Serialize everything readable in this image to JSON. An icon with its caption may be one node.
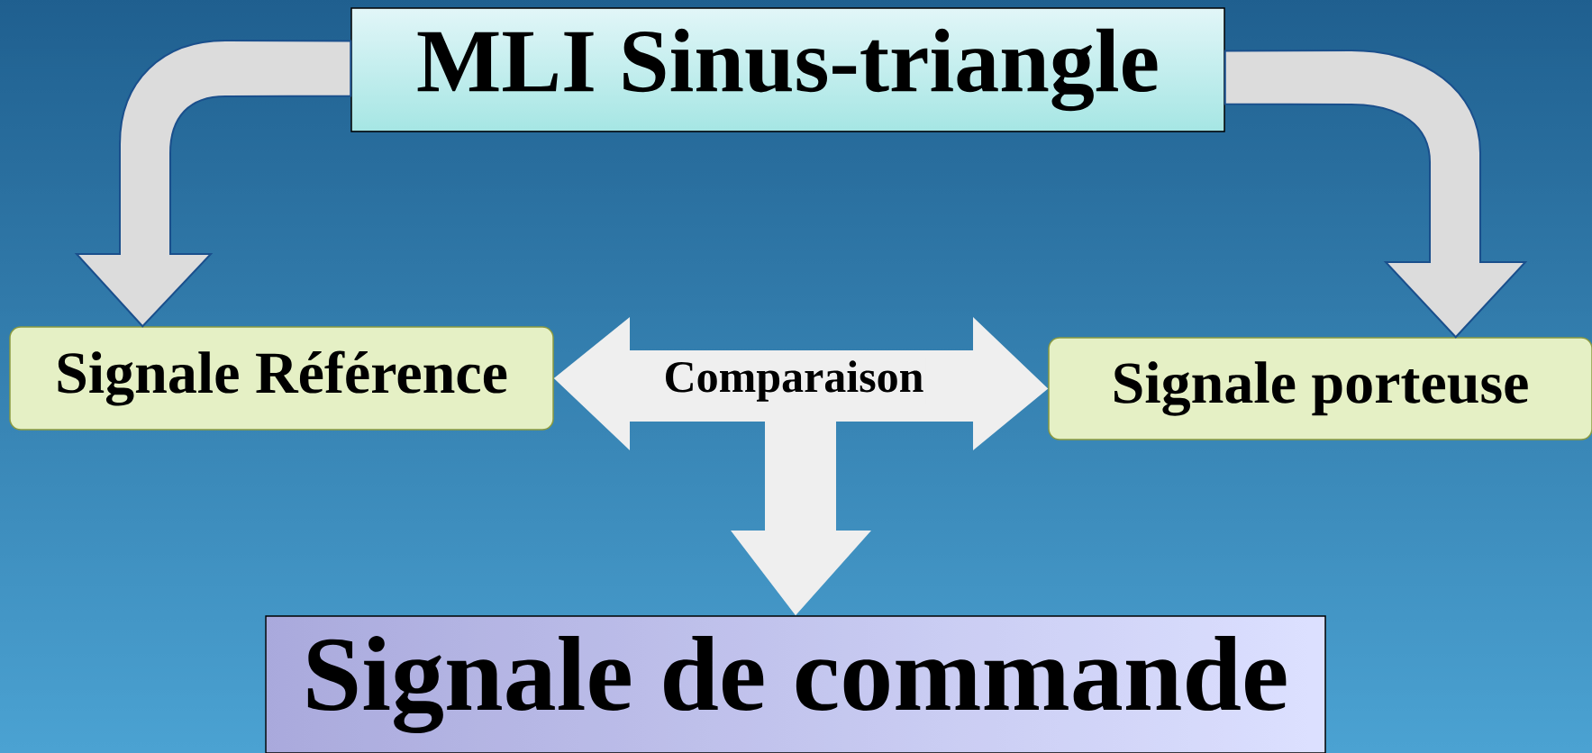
{
  "diagram": {
    "nodes": [
      {
        "text": [
          "MLI Sinus-triangle"
        ]
      },
      {
        "text": [
          "Signale Référence"
        ]
      },
      {
        "text": [
          "Signale porteuse"
        ]
      },
      {
        "text": [
          "Signale de commande"
        ]
      }
    ],
    "edges": [
      {
        "from": 0,
        "to": 1,
        "arrow": "to"
      },
      {
        "from": 0,
        "to": 2,
        "arrow": "to"
      },
      {
        "from": 1,
        "to": 2,
        "arrow": "both",
        "label": "Comparaison"
      },
      {
        "from": null,
        "to": 3,
        "arrow": "to"
      }
    ]
  }
}
